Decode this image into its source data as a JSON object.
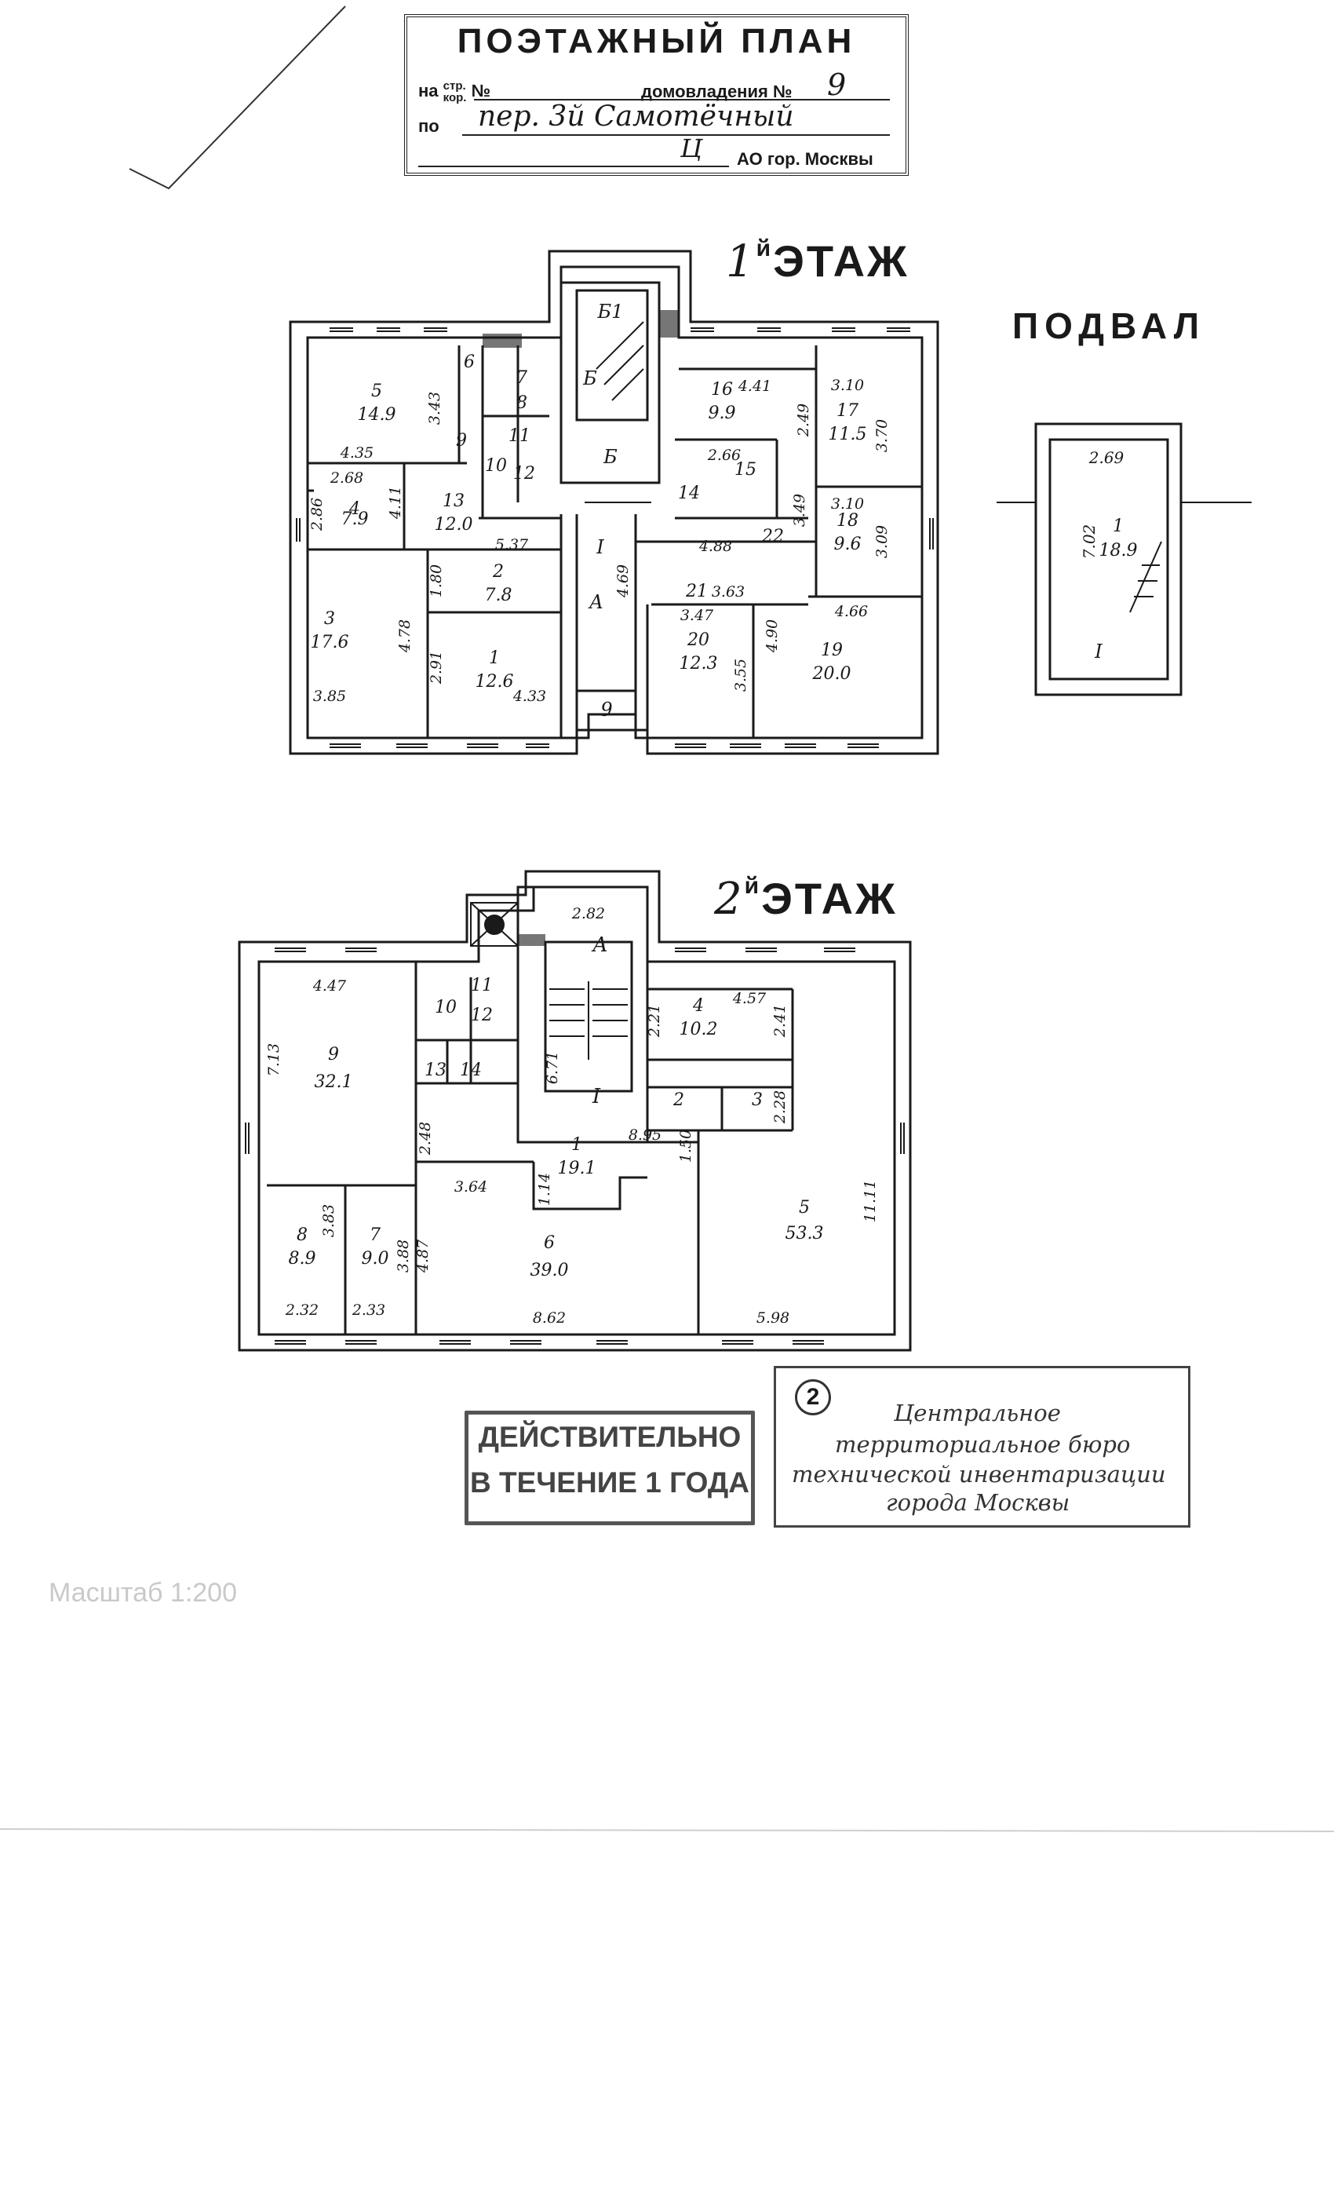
{
  "title_block": {
    "title": "ПОЭТАЖНЫЙ ПЛАН",
    "line1_prefix": "на",
    "line1_str": "стр.",
    "line1_kor": "кор.",
    "line1_no": "№",
    "line1_label": "домовладения №",
    "house_number": "9",
    "line2_prefix": "по",
    "street": "пер. 3й Самотёчный",
    "district": "Ц",
    "line3_suffix": "АО гор. Москвы"
  },
  "floor1": {
    "number": "1",
    "suffix": "й",
    "label": "ЭТАЖ",
    "rooms": [
      {
        "num": "5",
        "area": "14.9"
      },
      {
        "num": "6",
        "area": ""
      },
      {
        "num": "7",
        "area": ""
      },
      {
        "num": "8",
        "area": ""
      },
      {
        "num": "9",
        "area": ""
      },
      {
        "num": "10",
        "area": ""
      },
      {
        "num": "11",
        "area": ""
      },
      {
        "num": "12",
        "area": ""
      },
      {
        "num": "4",
        "area": "7.9"
      },
      {
        "num": "13",
        "area": "12.0"
      },
      {
        "num": "2",
        "area": "7.8"
      },
      {
        "num": "3",
        "area": "17.6"
      },
      {
        "num": "1",
        "area": "12.6"
      },
      {
        "num": "16",
        "area": "9.9"
      },
      {
        "num": "17",
        "area": "11.5"
      },
      {
        "num": "15",
        "area": ""
      },
      {
        "num": "14",
        "area": ""
      },
      {
        "num": "18",
        "area": "9.6"
      },
      {
        "num": "22",
        "area": ""
      },
      {
        "num": "21",
        "area": ""
      },
      {
        "num": "20",
        "area": "12.3"
      },
      {
        "num": "19",
        "area": "20.0"
      }
    ],
    "dims": [
      "4.35",
      "3.43",
      "2.68",
      "2.86",
      "4.11",
      "5.37",
      "1.80",
      "4.78",
      "2.91",
      "3.85",
      "4.33",
      "4.69",
      "4.41",
      "2.49",
      "3.10",
      "3.70",
      "2.66",
      "3.49",
      "3.10",
      "3.09",
      "4.88",
      "3.63",
      "3.47",
      "4.90",
      "3.55",
      "4.66"
    ],
    "stair_labels": [
      "Б1",
      "Б",
      "Б",
      "А",
      "I",
      "9"
    ]
  },
  "basement": {
    "label": "ПОДВАЛ",
    "room_num": "1",
    "room_area": "18.9",
    "dims": [
      "2.69",
      "7.02"
    ],
    "roman": "I"
  },
  "floor2": {
    "number": "2",
    "suffix": "й",
    "label": "ЭТАЖ",
    "rooms": [
      {
        "num": "9",
        "area": "32.1"
      },
      {
        "num": "10",
        "area": ""
      },
      {
        "num": "11",
        "area": ""
      },
      {
        "num": "12",
        "area": ""
      },
      {
        "num": "13",
        "area": ""
      },
      {
        "num": "14",
        "area": ""
      },
      {
        "num": "4",
        "area": "10.2"
      },
      {
        "num": "2",
        "area": ""
      },
      {
        "num": "3",
        "area": ""
      },
      {
        "num": "1",
        "area": "19.1"
      },
      {
        "num": "5",
        "area": "53.3"
      },
      {
        "num": "8",
        "area": "8.9"
      },
      {
        "num": "7",
        "area": "9.0"
      },
      {
        "num": "6",
        "area": "39.0"
      }
    ],
    "dims": [
      "4.47",
      "7.13",
      "2.82",
      "6.71",
      "2.21",
      "4.57",
      "2.41",
      "2.28",
      "2.48",
      "8.95",
      "1.50",
      "3.64",
      "1.14",
      "11.11",
      "3.83",
      "3.88",
      "4.87",
      "2.32",
      "2.33",
      "8.62",
      "5.98"
    ],
    "stair_labels": [
      "А",
      "I"
    ]
  },
  "stamp_valid": {
    "line1": "ДЕЙСТВИТЕЛЬНО",
    "line2": "В ТЕЧЕНИЕ 1 ГОДА"
  },
  "stamp_bti": {
    "number": "2",
    "line1": "Центральное",
    "line2": "территориальное бюро",
    "line3": "технической инвентаризации",
    "line4": "города Москвы"
  },
  "scale_text": "Масштаб 1:200"
}
